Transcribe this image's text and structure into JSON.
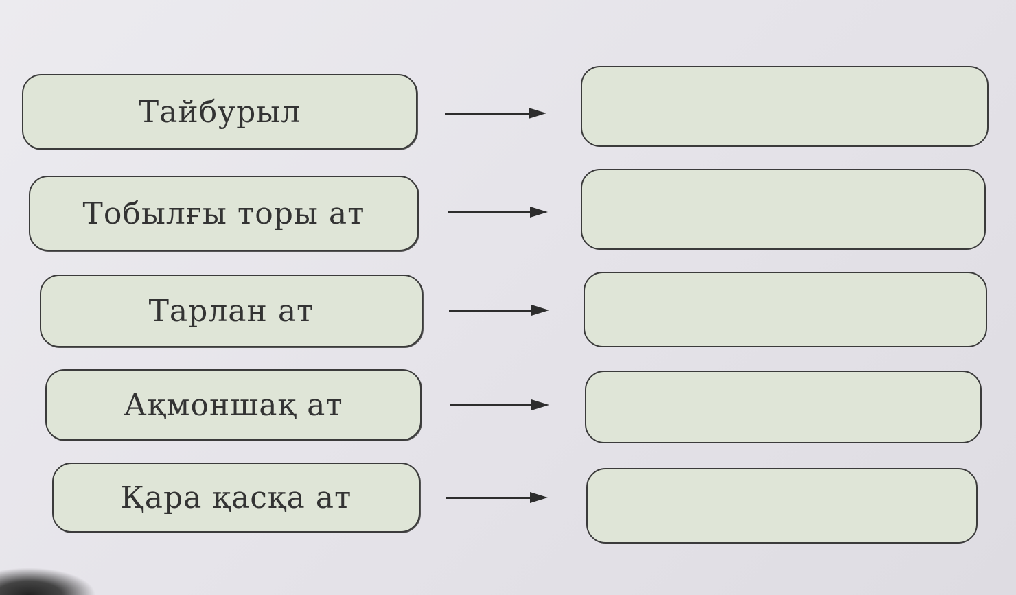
{
  "rows": [
    {
      "label": "Тайбурыл",
      "answer": ""
    },
    {
      "label": "Тобылғы торы ат",
      "answer": ""
    },
    {
      "label": "Тарлан ат",
      "answer": ""
    },
    {
      "label": "Ақмоншақ ат",
      "answer": ""
    },
    {
      "label": "Қара қасқа ат",
      "answer": ""
    }
  ],
  "colors": {
    "box_fill": "#dfe5d7",
    "box_border": "#3b3b3b",
    "arrow": "#2d2d2d",
    "text": "#333333"
  },
  "icons": {
    "arrow": "right-arrow-icon"
  }
}
